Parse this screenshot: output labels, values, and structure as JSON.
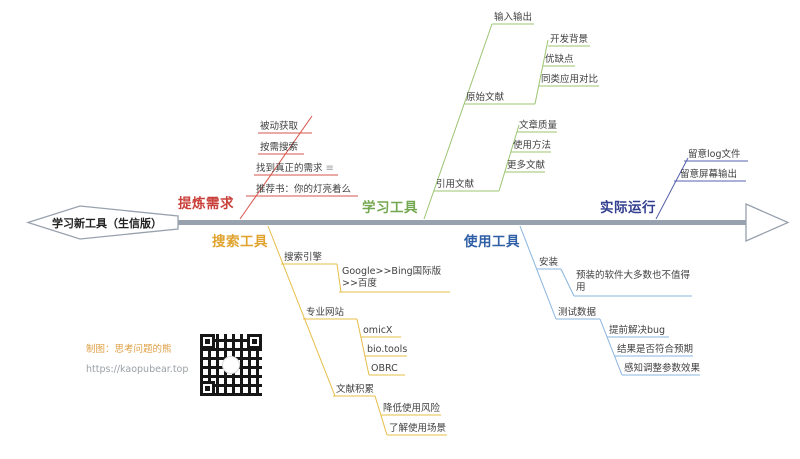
{
  "root": {
    "label": "学习新工具（生信版）"
  },
  "credit": {
    "author": "制图：思考问题的熊",
    "url": "https://kaopubear.top"
  },
  "icons": {
    "notes_glyph": "≡"
  },
  "colors": {
    "spine": "#98a2ae",
    "text": "#404040",
    "refine_line": "#d6554c",
    "refine_label": "#c9413a",
    "search_line": "#e7bd4a",
    "search_label": "#dfa32e",
    "learn_line": "#9cc472",
    "learn_label": "#74a850",
    "use_line": "#88b4de",
    "use_label": "#2f5fa5",
    "run_line": "#5560ac",
    "run_label": "#333f8f",
    "credit": "#dfa046",
    "url": "#9aa0a6"
  },
  "branches": [
    {
      "label": "提炼需求",
      "children": [
        {
          "label": "被动获取"
        },
        {
          "label": "按需搜索"
        },
        {
          "label": "找到真正的需求",
          "has_notes": true
        },
        {
          "label": "推荐书：你的灯亮着么"
        }
      ]
    },
    {
      "label": "搜索工具",
      "children": [
        {
          "label": "搜索引擎",
          "children": [
            {
              "label": "Google>>Bing国际版>>百度"
            }
          ]
        },
        {
          "label": "专业网站",
          "children": [
            {
              "label": "omicX"
            },
            {
              "label": "bio.tools"
            },
            {
              "label": "OBRC"
            }
          ]
        },
        {
          "label": "文献积累",
          "children": [
            {
              "label": "降低使用风险"
            },
            {
              "label": "了解使用场景"
            }
          ]
        }
      ]
    },
    {
      "label": "学习工具",
      "children": [
        {
          "label": "输入输出"
        },
        {
          "label": "原始文献",
          "children": [
            {
              "label": "开发背景"
            },
            {
              "label": "优缺点"
            },
            {
              "label": "同类应用对比"
            }
          ]
        },
        {
          "label": "引用文献",
          "children": [
            {
              "label": "文章质量"
            },
            {
              "label": "使用方法"
            },
            {
              "label": "更多文献"
            }
          ]
        }
      ]
    },
    {
      "label": "使用工具",
      "children": [
        {
          "label": "安装",
          "children": [
            {
              "label": "预装的软件大多数也不值得用"
            }
          ]
        },
        {
          "label": "测试数据",
          "children": [
            {
              "label": "提前解决bug"
            },
            {
              "label": "结果是否符合预期"
            },
            {
              "label": "感知调整参数效果"
            }
          ]
        }
      ]
    },
    {
      "label": "实际运行",
      "children": [
        {
          "label": "留意log文件"
        },
        {
          "label": "留意屏幕输出"
        }
      ]
    }
  ]
}
